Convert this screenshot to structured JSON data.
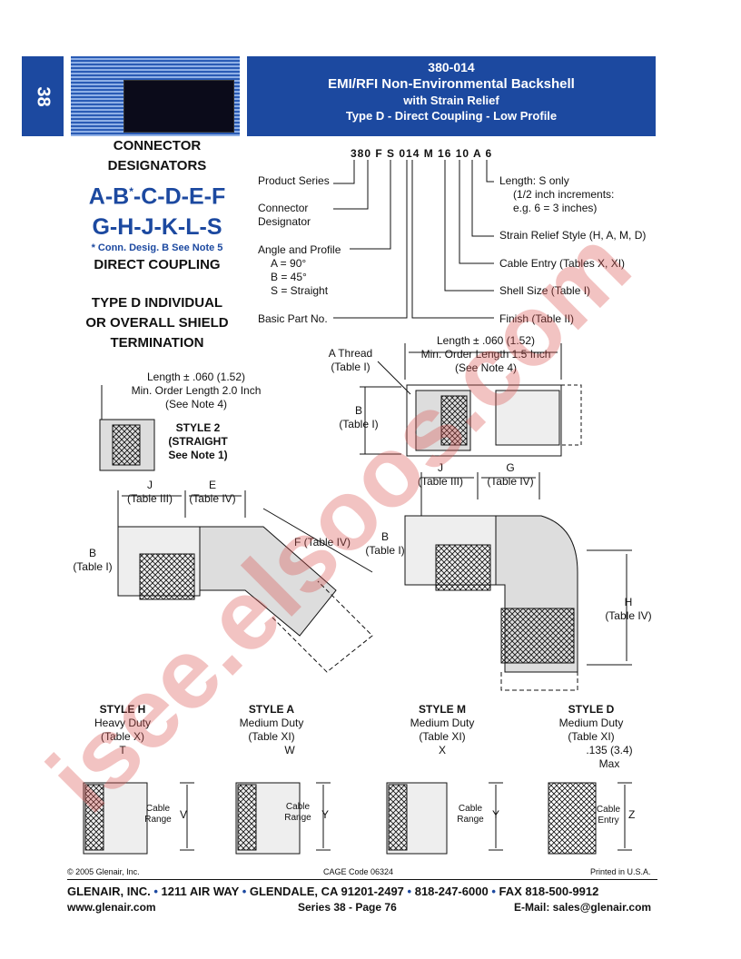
{
  "tab_number": "38",
  "header": {
    "part": "380-014",
    "line1": "EMI/RFI Non-Environmental Backshell",
    "line2": "with Strain Relief",
    "line3": "Type D - Direct Coupling - Low Profile"
  },
  "left": {
    "connector": "CONNECTOR",
    "designators": "DESIGNATORS",
    "row1_a": "A-B",
    "row1_star": "*",
    "row1_b": "-C-D-E-F",
    "row2": "G-H-J-K-L-S",
    "note": "* Conn. Desig. B See Note 5",
    "direct": "DIRECT COUPLING",
    "type_d_1": "TYPE D INDIVIDUAL",
    "type_d_2": "OR OVERALL SHIELD",
    "type_d_3": "TERMINATION"
  },
  "part_number": "380 F S 014 M 16 10 A 6",
  "pn_left": {
    "product_series": "Product Series",
    "connector": "Connector",
    "designator": "Designator",
    "angle_profile": "Angle and Profile",
    "a90": "A = 90°",
    "b45": "B = 45°",
    "straight": "S = Straight",
    "basic": "Basic Part No."
  },
  "pn_right": {
    "length": "Length: S only",
    "length2": "(1/2 inch increments:",
    "length3": "e.g. 6 = 3 inches)",
    "strain": "Strain Relief Style (H, A, M, D)",
    "cable": "Cable Entry (Tables X, XI)",
    "shell": "Shell Size (Table I)",
    "finish": "Finish (Table II)"
  },
  "labels": {
    "len_top1": "Length ± .060 (1.52)",
    "len_top2": "Min. Order Length 1.5 Inch",
    "len_top3": "(See Note 4)",
    "a_thread": "A Thread",
    "table_i": "(Table I)",
    "b": "B",
    "len_left1": "Length ± .060 (1.52)",
    "len_left2": "Min. Order Length 2.0 Inch",
    "len_left3": "(See Note 4)",
    "style2_1": "STYLE 2",
    "style2_2": "(STRAIGHT",
    "style2_3": "See Note 1)",
    "j": "J",
    "table_iii": "(Table  III)",
    "e": "E",
    "table_iv": "(Table  IV)",
    "f": "F (Table IV)",
    "g": "G",
    "h": "H",
    "table_iv_b": "(Table IV)"
  },
  "styles": [
    {
      "name": "STYLE H",
      "duty": "Heavy Duty",
      "table": "(Table X)",
      "dim": "T",
      "side": "V",
      "inner": "Cable Range"
    },
    {
      "name": "STYLE A",
      "duty": "Medium Duty",
      "table": "(Table XI)",
      "dim": "W",
      "side": "Y",
      "inner": "Cable Range"
    },
    {
      "name": "STYLE M",
      "duty": "Medium Duty",
      "table": "(Table XI)",
      "dim": "X",
      "side": "Y",
      "inner": "Cable Range"
    },
    {
      "name": "STYLE D",
      "duty": "Medium Duty",
      "table": "(Table XI)",
      "dim": ".135 (3.4)",
      "dim2": "Max",
      "side": "Z",
      "inner": "Cable Entry"
    }
  ],
  "footer": {
    "copyright": "© 2005 Glenair, Inc.",
    "cage": "CAGE Code 06324",
    "printed": "Printed in U.S.A.",
    "company": "GLENAIR, INC.",
    "address": "1211 AIR WAY",
    "city": "GLENDALE, CA 91201-2497",
    "phone": "818-247-6000",
    "fax": "FAX 818-500-9912",
    "web": "www.glenair.com",
    "page": "Series 38 - Page 76",
    "email": "E-Mail: sales@glenair.com"
  },
  "watermark": "isee.elsoos.com",
  "colors": {
    "brand": "#1c49a0",
    "watermark": "#d9534f"
  }
}
